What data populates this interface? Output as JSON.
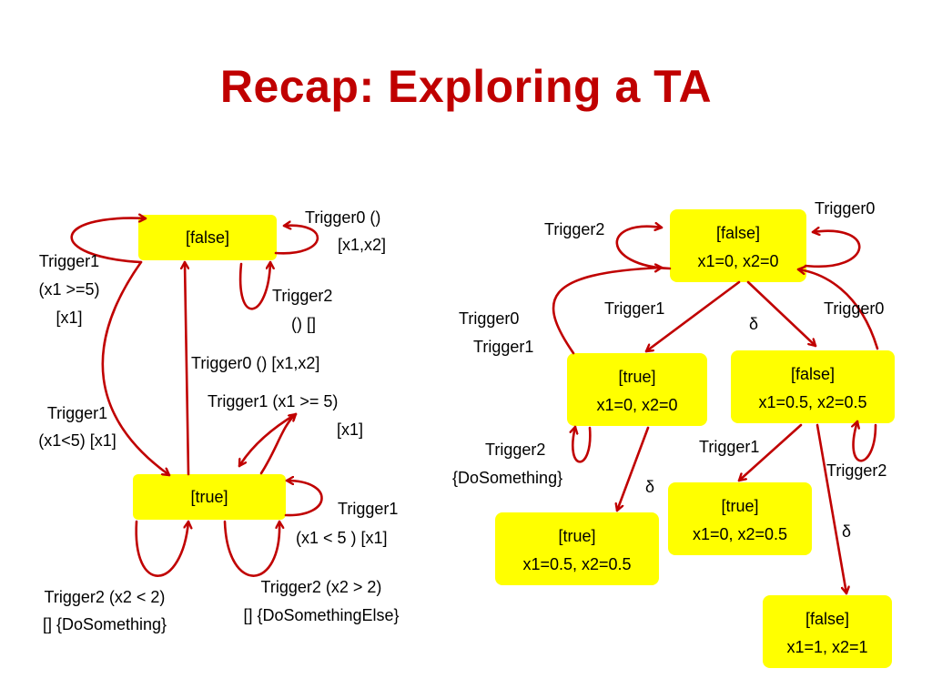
{
  "slide": {
    "title": "Recap: Exploring a TA"
  },
  "colors": {
    "accent": "#c00000",
    "state_fill": "#ffff00"
  },
  "left_ta": {
    "states": {
      "false_label": "[false]",
      "true_label": "[true]"
    },
    "labels": {
      "trigger0_self_1": "Trigger0 ()",
      "trigger0_self_2": "[x1,x2]",
      "trigger1_left_1": "Trigger1",
      "trigger1_left_2": "(x1 >=5)",
      "trigger1_left_3": "[x1]",
      "trigger2_false_1": "Trigger2",
      "trigger2_false_2": "() []",
      "trigger0_down": "Trigger0 () [x1,x2]",
      "trigger1_right_1": "Trigger1 (x1 >= 5)",
      "trigger1_right_2": "[x1]",
      "trigger1_lt5_1": "Trigger1",
      "trigger1_lt5_2": "(x1<5) [x1]",
      "trigger1_true_self_1": "Trigger1",
      "trigger1_true_self_2": "(x1 < 5 ) [x1]",
      "trigger2_lt_1": "Trigger2 (x2 < 2)",
      "trigger2_lt_2": "[] {DoSomething}",
      "trigger2_gt_1": "Trigger2 (x2 >  2)",
      "trigger2_gt_2": "[] {DoSomethingElse}"
    }
  },
  "right_ta": {
    "states": {
      "root_1": "[false]",
      "root_2": "x1=0, x2=0",
      "true00_1": "[true]",
      "true00_2": "x1=0, x2=0",
      "false55_1": "[false]",
      "false55_2": "x1=0.5, x2=0.5",
      "true55_1": "[true]",
      "true55_2": "x1=0.5, x2=0.5",
      "true05_1": "[true]",
      "true05_2": "x1=0, x2=0.5",
      "false11_1": "[false]",
      "false11_2": "x1=1, x2=1"
    },
    "labels": {
      "trigger2_root": "Trigger2",
      "trigger0_root": "Trigger0",
      "trigger1_root": "Trigger1",
      "delta_root": "δ",
      "trigger0_right": "Trigger0",
      "trigger0_left": "Trigger0",
      "trigger1_left": "Trigger1",
      "trigger2_true00_1": "Trigger2",
      "trigger2_true00_2": "{DoSomething}",
      "delta_true00": "δ",
      "trigger1_false55": "Trigger1",
      "trigger2_false55": "Trigger2",
      "delta_false55": "δ"
    }
  }
}
